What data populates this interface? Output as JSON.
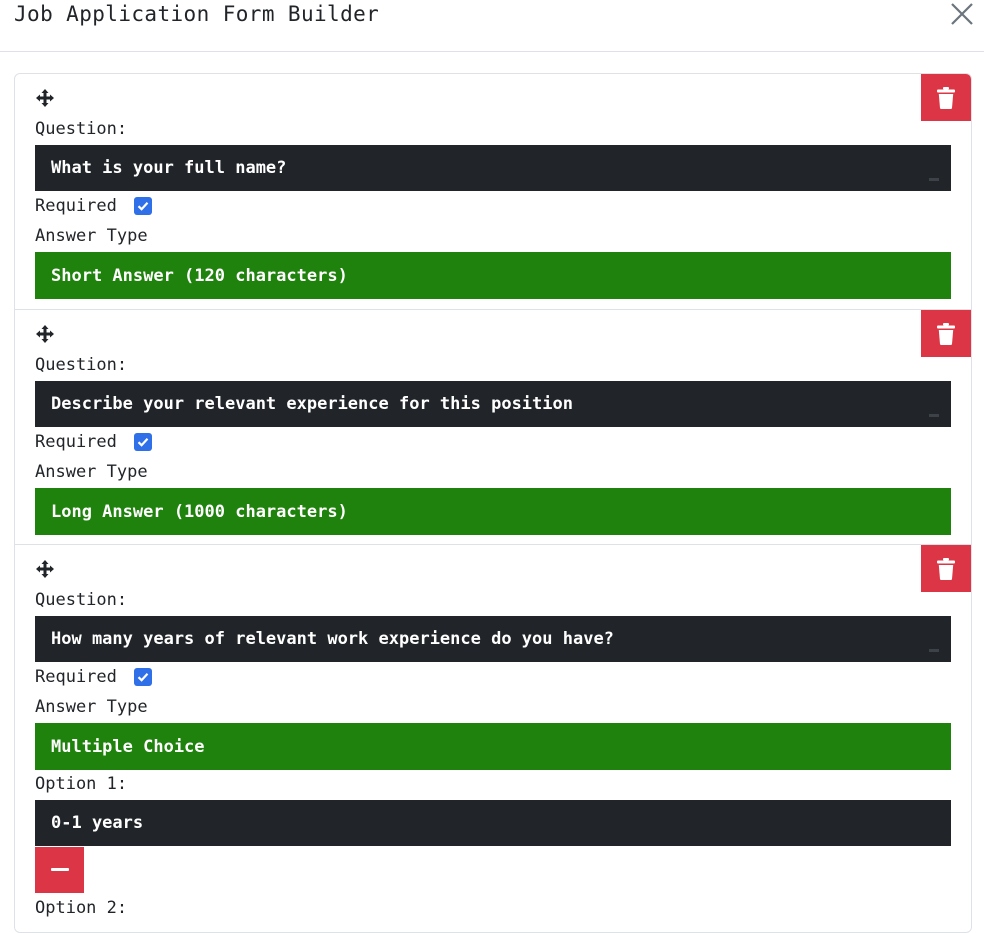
{
  "header": {
    "title": "Job Application Form Builder"
  },
  "labels": {
    "question": "Question:",
    "required": "Required",
    "answer_type": "Answer Type"
  },
  "questions": [
    {
      "text": "What is your full name?",
      "required": true,
      "answer_type": "Short Answer (120 characters)"
    },
    {
      "text": "Describe your relevant experience for this position",
      "required": true,
      "answer_type": "Long Answer (1000 characters)"
    },
    {
      "text": "How many years of relevant work experience do you have?",
      "required": true,
      "answer_type": "Multiple Choice",
      "options": [
        {
          "label": "Option 1:",
          "value": "0-1 years"
        },
        {
          "label": "Option 2:"
        }
      ]
    }
  ],
  "colors": {
    "delete": "#dc3545",
    "answer_type_bg": "#1e820c",
    "field_bg": "#212529",
    "checkbox": "#2f6fe8"
  },
  "icons": {
    "close": "close-icon",
    "drag": "move-icon",
    "delete": "trash-icon",
    "remove_option": "minus-icon",
    "checked": "checkmark-icon"
  }
}
